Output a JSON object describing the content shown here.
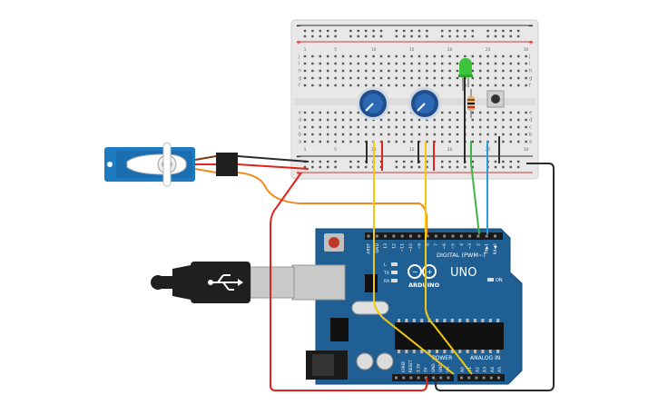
{
  "breadboard": {
    "column_numbers": [
      "1",
      "",
      "",
      "",
      "5",
      "",
      "",
      "",
      "",
      "10",
      "",
      "",
      "",
      "",
      "15",
      "",
      "",
      "",
      "",
      "20",
      "",
      "",
      "",
      "",
      "25",
      "",
      "",
      "",
      "",
      "30"
    ],
    "row_letters_top": [
      "j",
      "i",
      "h",
      "g",
      "f"
    ],
    "row_letters_bottom": [
      "e",
      "d",
      "c",
      "b",
      "a"
    ],
    "rail_plus": "+",
    "rail_minus": "−"
  },
  "arduino": {
    "logo_text": "ARDUINO",
    "model": "UNO",
    "digital_label": "DIGITAL (PWM~)",
    "analog_label": "ANALOG IN",
    "power_label": "POWER",
    "on_label": "ON",
    "led_labels": [
      "L",
      "TX",
      "RX"
    ],
    "digital_pins": [
      "AREF",
      "GND",
      "13",
      "12",
      "~11",
      "~10",
      "~9",
      "8",
      "7",
      "~6",
      "~5",
      "4",
      "~3",
      "2",
      "TX▶1",
      "RX◀0"
    ],
    "power_pins": [
      "IOREF",
      "RESET",
      "3.3V",
      "5V",
      "GND",
      "GND",
      "Vin"
    ],
    "analog_pins": [
      "A0",
      "A1",
      "A2",
      "A3",
      "A4",
      "A5"
    ]
  },
  "colors": {
    "breadboard": "#e9e9e9",
    "arduino_board": "#1f5f93",
    "wire_red": "#e2231a",
    "wire_black": "#2b2b2b",
    "wire_yellow": "#f2c811",
    "wire_green": "#3bb54a",
    "wire_blue": "#2a9bd7",
    "wire_orange": "#f08a1c",
    "servo_body": "#1d7bc2",
    "pot_blue": "#1f4e8c"
  },
  "icons": [
    "usb-cable-icon",
    "servo-motor-icon",
    "potentiometer-icon",
    "led-icon",
    "resistor-icon",
    "pushbutton-icon"
  ]
}
